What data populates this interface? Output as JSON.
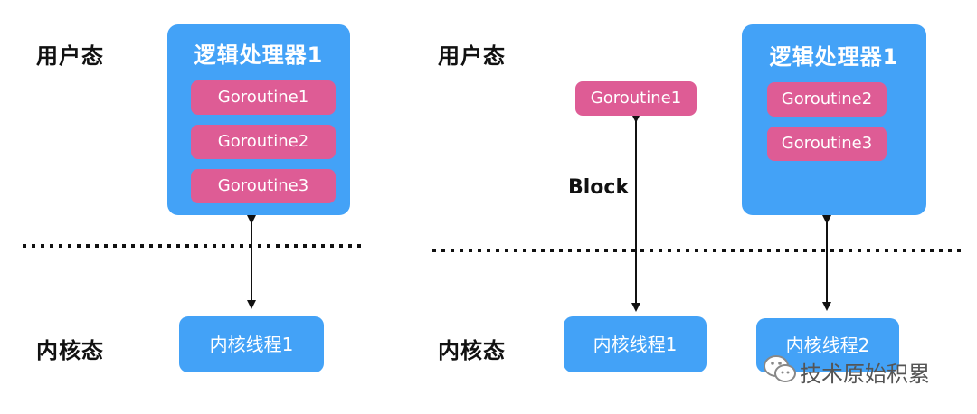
{
  "left": {
    "user_mode_label": "用户态",
    "kernel_mode_label": "内核态",
    "processor": {
      "title": "逻辑处理器1",
      "goroutines": [
        "Goroutine1",
        "Goroutine2",
        "Goroutine3"
      ]
    },
    "kernel_thread": "内核线程1"
  },
  "right": {
    "user_mode_label": "用户态",
    "kernel_mode_label": "内核态",
    "blocked_goroutine": "Goroutine1",
    "block_label": "Block",
    "processor": {
      "title": "逻辑处理器1",
      "goroutines": [
        "Goroutine2",
        "Goroutine3"
      ]
    },
    "kernel_thread_1": "内核线程1",
    "kernel_thread_2": "内核线程2"
  },
  "watermark": {
    "icon": "wechat-icon",
    "text": "技术原始积累"
  },
  "colors": {
    "processor_blue": "#43a2f7",
    "goroutine_pink": "#de5c95",
    "line": "#111111"
  }
}
